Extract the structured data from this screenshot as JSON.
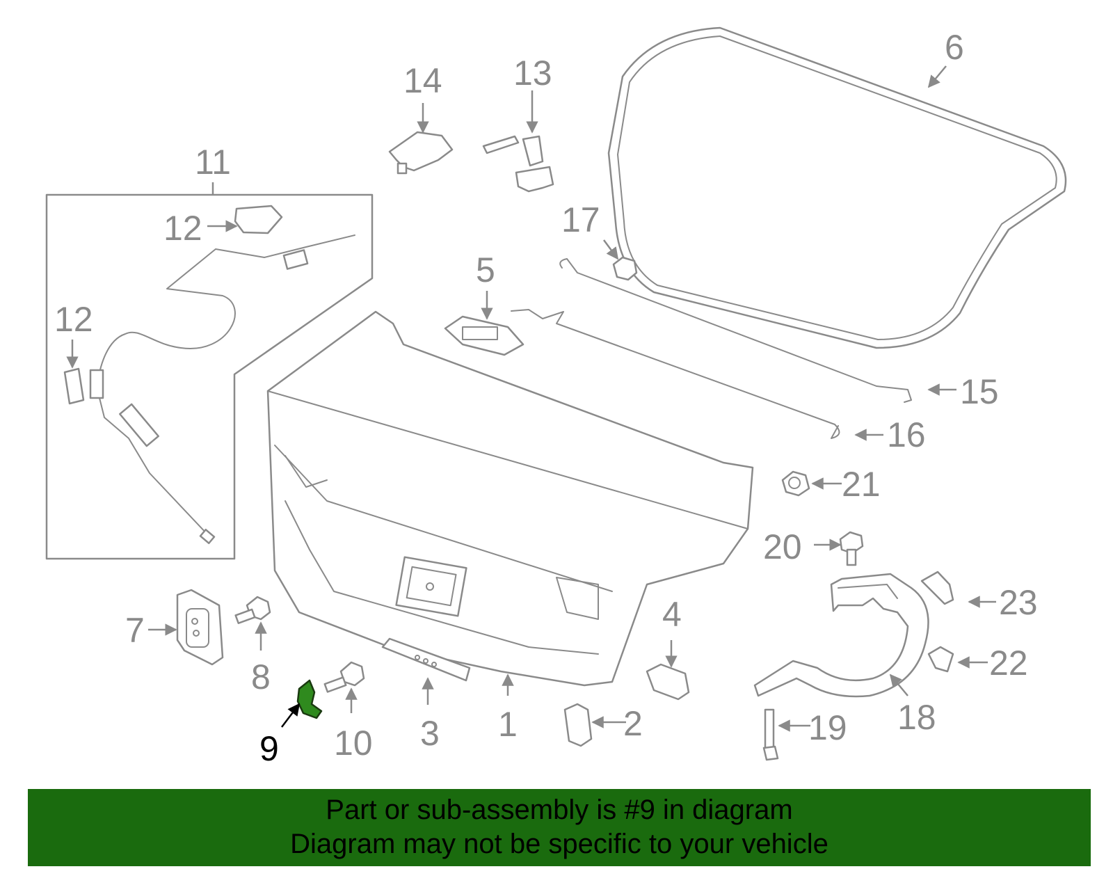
{
  "colors": {
    "part_stroke": "#8a8a8a",
    "highlight_fill": "#2f8a1e",
    "banner_bg": "#1a6b0e",
    "highlight_label": "#000000"
  },
  "diagram": {
    "highlighted_part": "9",
    "callouts": [
      "1",
      "2",
      "3",
      "4",
      "5",
      "6",
      "7",
      "8",
      "9",
      "10",
      "11",
      "12",
      "12",
      "13",
      "14",
      "15",
      "16",
      "17",
      "18",
      "19",
      "20",
      "21",
      "22",
      "23"
    ]
  },
  "banner": {
    "line1": "Part or sub-assembly is #9 in diagram",
    "line2": "Diagram may not be specific to your vehicle"
  }
}
